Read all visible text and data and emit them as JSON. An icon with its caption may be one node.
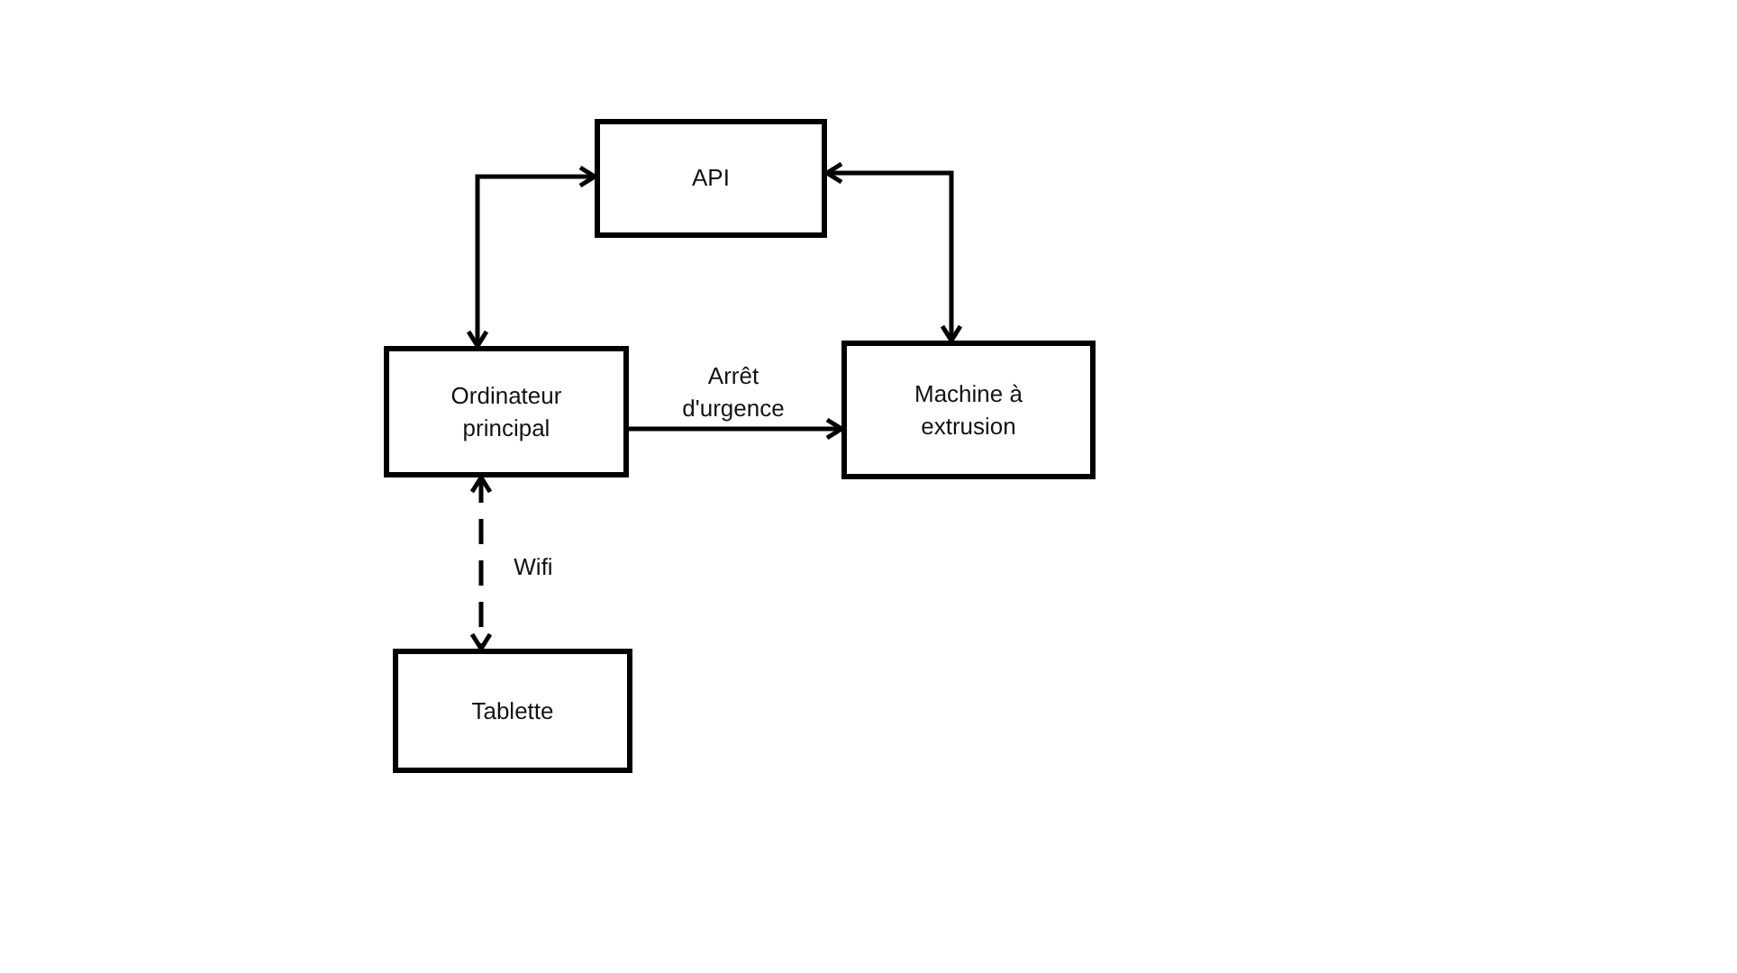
{
  "diagram": {
    "nodes": [
      {
        "text": [
          "API"
        ]
      },
      {
        "text": [
          "Ordinateur principal"
        ]
      },
      {
        "text": [
          "Machine à extrusion"
        ]
      },
      {
        "text": [
          "Tablette"
        ]
      }
    ],
    "edges": [
      {
        "from": 1,
        "to": 0,
        "arrow": "both"
      },
      {
        "from": 0,
        "to": 2,
        "arrow": "both"
      },
      {
        "from": 1,
        "to": 2,
        "arrow": "to",
        "label": "Arrêt d'urgence"
      },
      {
        "from": 1,
        "to": 3,
        "arrow": "both",
        "style": "dashed",
        "label": "Wifi"
      }
    ]
  }
}
